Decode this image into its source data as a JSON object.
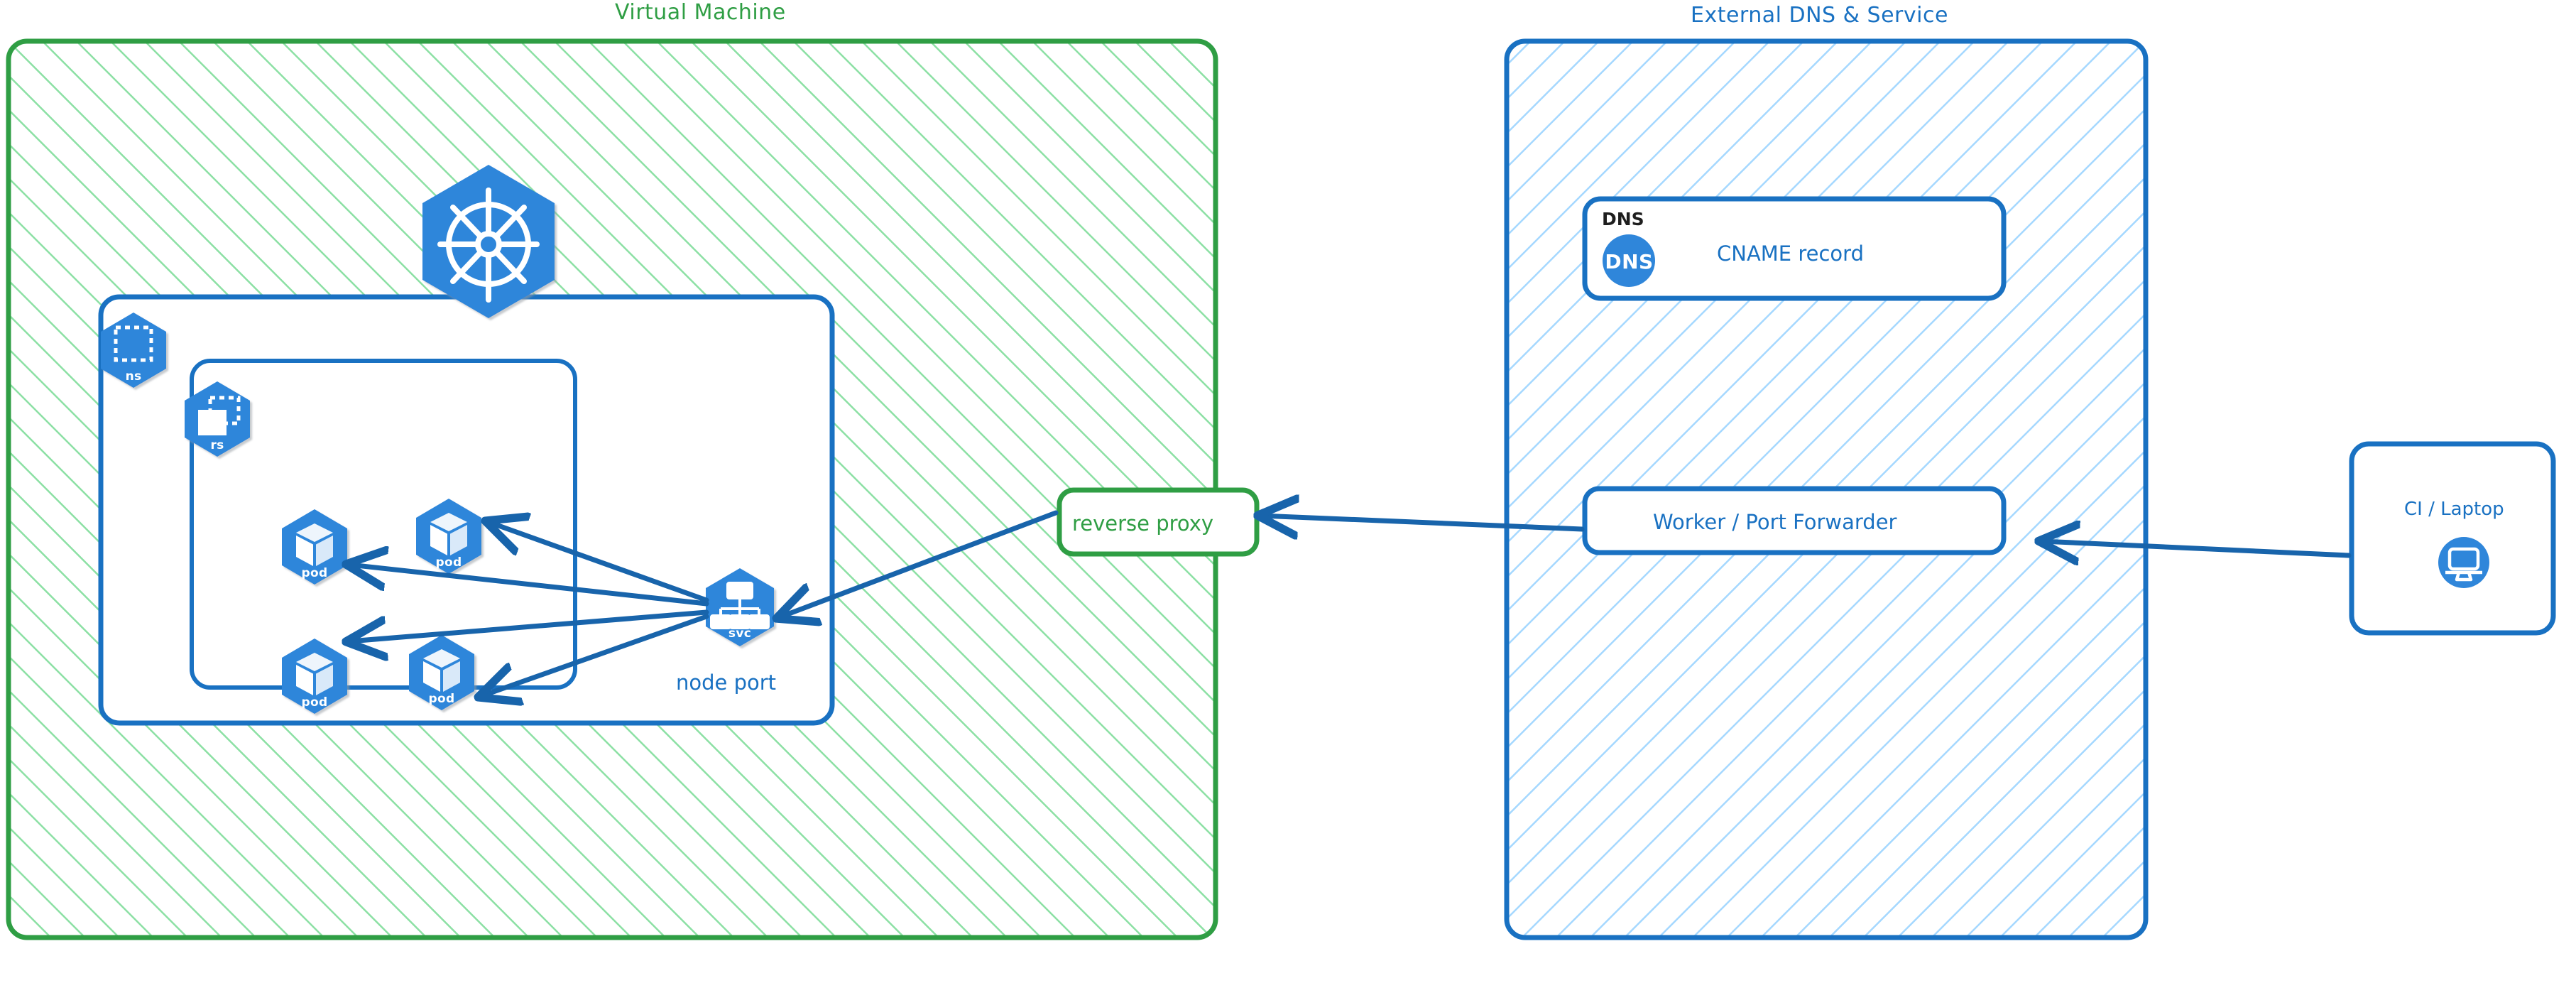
{
  "groups": [
    {
      "id": "vm",
      "title": "Virtual Machine",
      "color": "#2f9e44",
      "hatch": "#8ce0a4"
    },
    {
      "id": "ext",
      "title": "External DNS & Service",
      "color": "#1971c2",
      "hatch": "#a5d8ff"
    }
  ],
  "vm": {
    "title": "Virtual Machine",
    "k8s_logo": {
      "name": "kubernetes-logo"
    },
    "namespace": {
      "badge": "ns",
      "icon": "namespace-icon"
    },
    "replicaset": {
      "badge": "rs",
      "icon": "replicaset-icon"
    },
    "pods": [
      {
        "badge": "pod",
        "icon": "pod-icon"
      },
      {
        "badge": "pod",
        "icon": "pod-icon"
      },
      {
        "badge": "pod",
        "icon": "pod-icon"
      },
      {
        "badge": "pod",
        "icon": "pod-icon"
      }
    ],
    "service": {
      "badge": "svc",
      "icon": "service-icon",
      "label": "node port"
    },
    "reverse_proxy": {
      "label": "reverse proxy"
    }
  },
  "external": {
    "title": "External DNS & Service",
    "dns_card": {
      "tag": "DNS",
      "circle_text": "DNS",
      "label": "CNAME record"
    },
    "worker": {
      "label": "Worker / Port Forwarder"
    }
  },
  "client": {
    "label": "CI / Laptop",
    "icon": "desktop-monitor-icon"
  },
  "colors": {
    "green": "#2f9e44",
    "green_hatch": "#8ce0a4",
    "blue": "#1971c2",
    "blue_hatch": "#a5d8ff",
    "k8s_blue": "#2f86da",
    "arrow": "#1864ab",
    "black": "#1e1e1e"
  }
}
